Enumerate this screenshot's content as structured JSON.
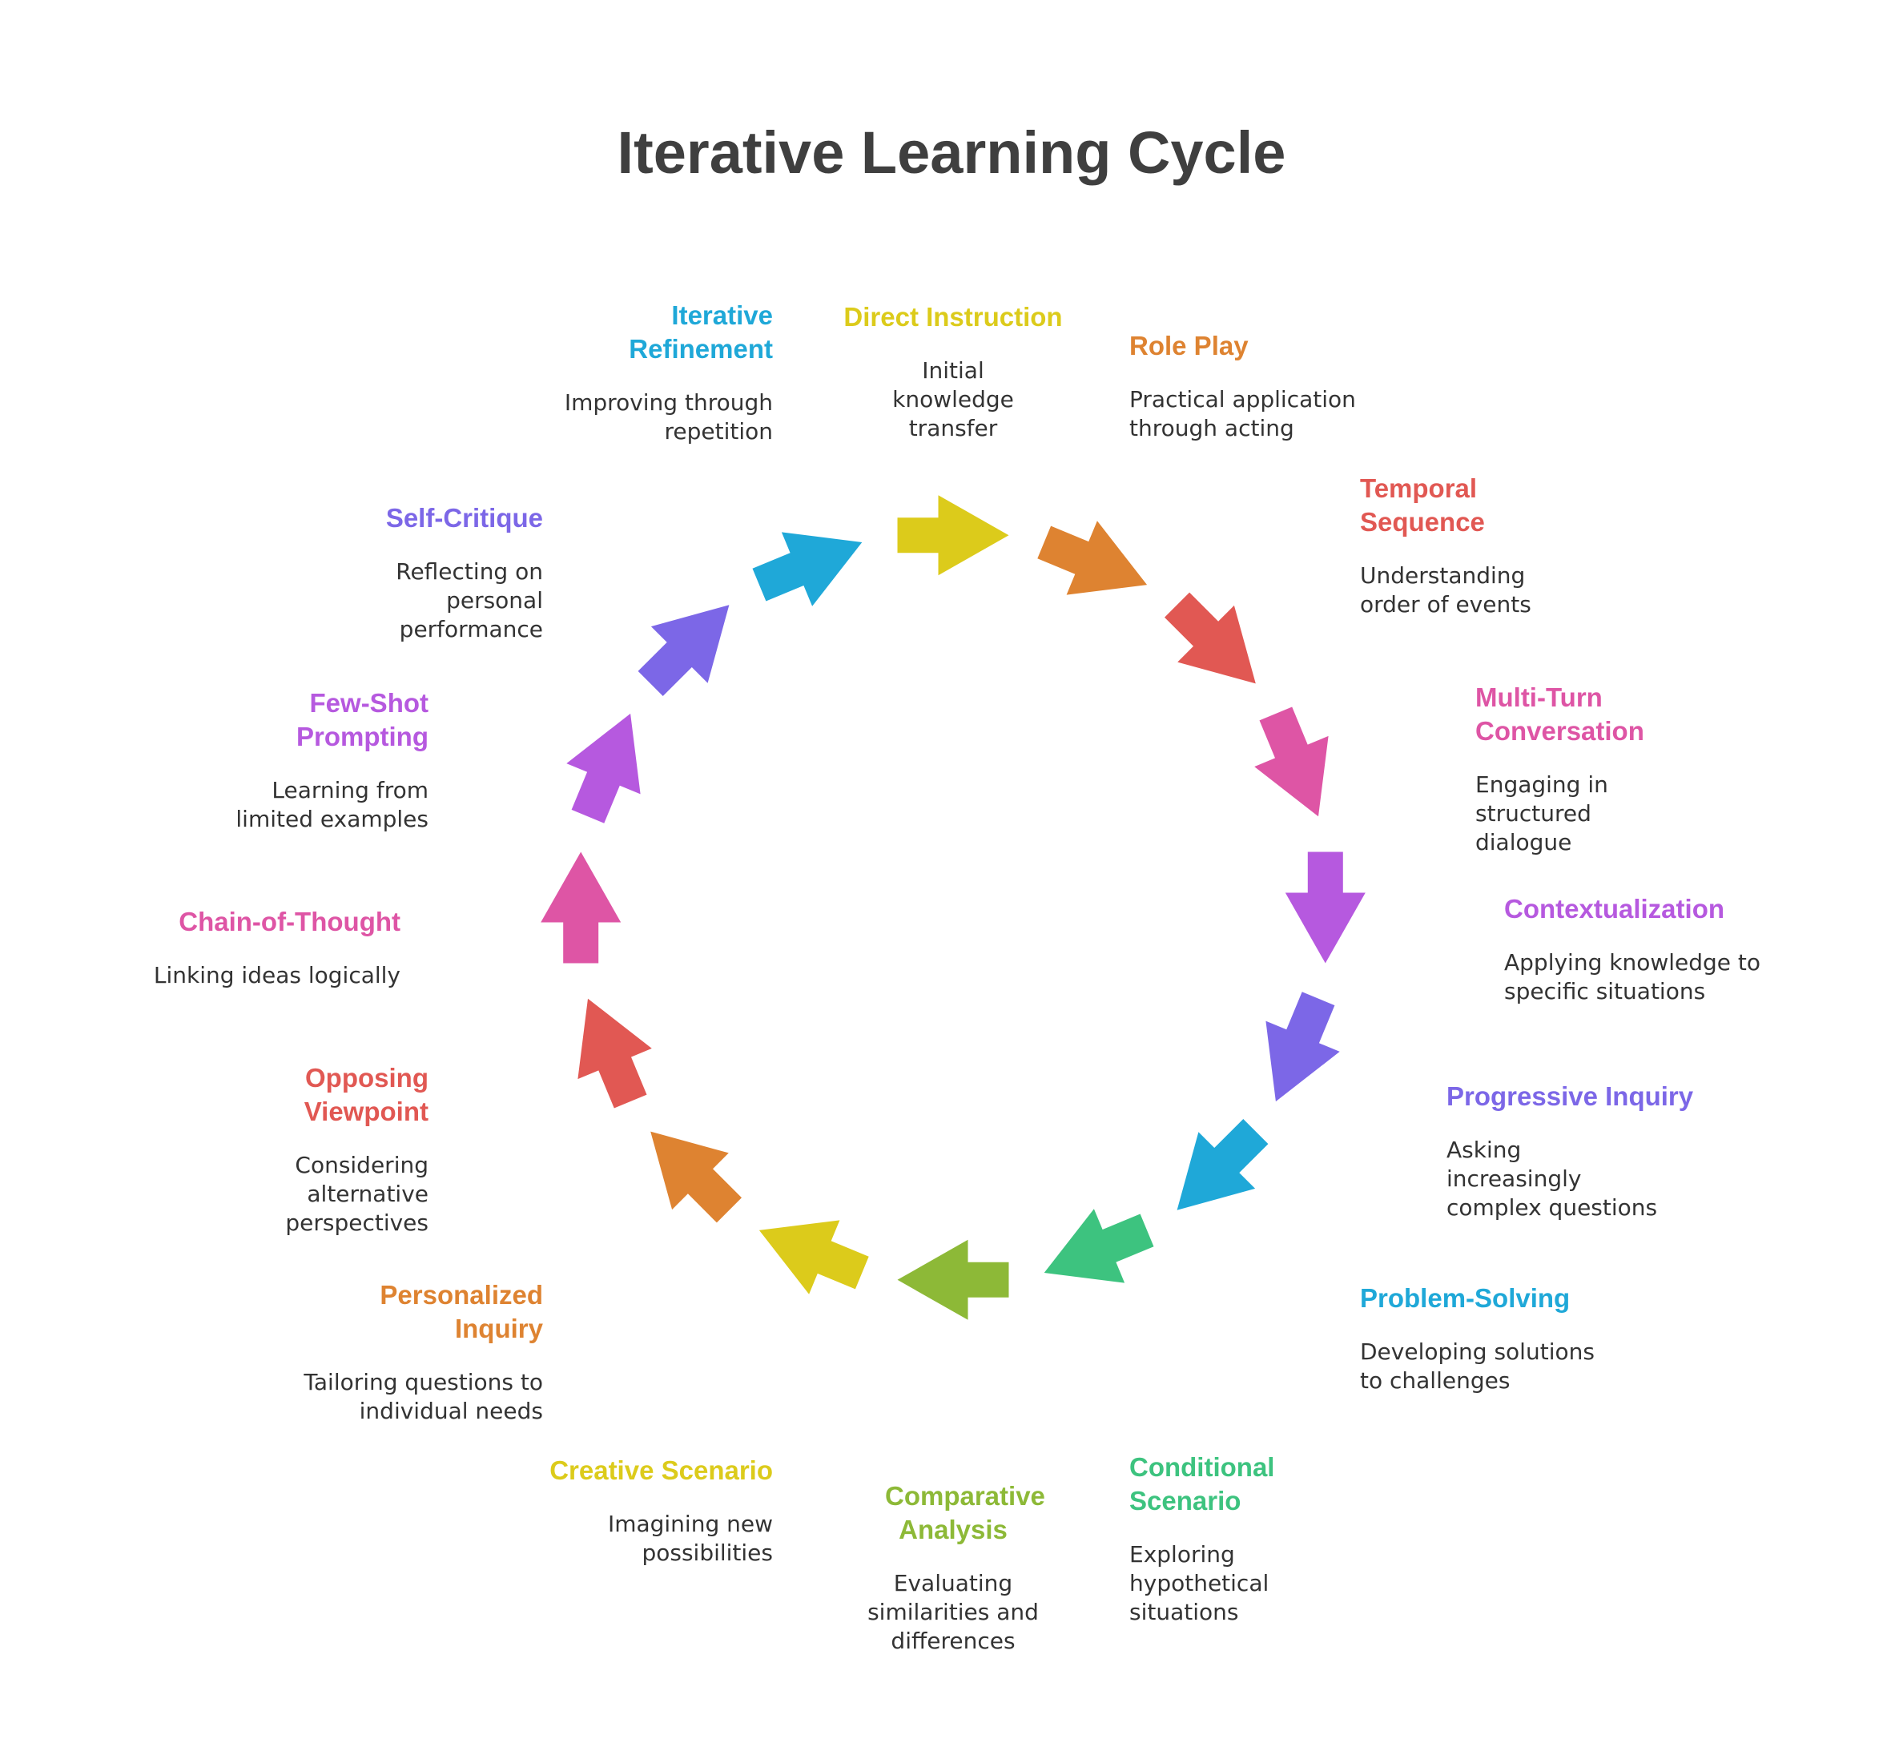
{
  "title": "Iterative Learning Cycle",
  "colors": {
    "title": "#3f3f3f",
    "text": "#333333",
    "yellow": "#DCCB1B",
    "orange": "#DE8331",
    "red": "#E15853",
    "pink": "#DE55A5",
    "magenta": "#B659DF",
    "purple": "#7C67E7",
    "blue": "#1FA8D8",
    "green": "#3DC37F",
    "lime": "#8DB937"
  },
  "steps": [
    {
      "title": "Direct Instruction",
      "description": "Initial knowledge transfer",
      "color": "#DCCB1B"
    },
    {
      "title": "Role Play",
      "description": "Practical application through acting",
      "color": "#DE8331"
    },
    {
      "title": "Temporal Sequence",
      "description": "Understanding order of events",
      "color": "#E15853"
    },
    {
      "title": "Multi-Turn Conversation",
      "description": "Engaging in structured dialogue",
      "color": "#DE55A5"
    },
    {
      "title": "Contextualization",
      "description": "Applying knowledge to specific situations",
      "color": "#B659DF"
    },
    {
      "title": "Progressive Inquiry",
      "description": "Asking increasingly complex questions",
      "color": "#7C67E7"
    },
    {
      "title": "Problem-Solving",
      "description": "Developing solutions to challenges",
      "color": "#1FA8D8"
    },
    {
      "title": "Conditional Scenario",
      "description": "Exploring hypothetical situations",
      "color": "#3DC37F"
    },
    {
      "title": "Comparative Analysis",
      "description": "Evaluating similarities and differences",
      "color": "#8DB937"
    },
    {
      "title": "Creative Scenario",
      "description": "Imagining new possibilities",
      "color": "#DCCB1B"
    },
    {
      "title": "Personalized Inquiry",
      "description": "Tailoring questions to individual needs",
      "color": "#DE8331"
    },
    {
      "title": "Opposing Viewpoint",
      "description": "Considering alternative perspectives",
      "color": "#E15853"
    },
    {
      "title": "Chain-of-Thought",
      "description": "Linking ideas logically",
      "color": "#DE55A5"
    },
    {
      "title": "Few-Shot Prompting",
      "description": "Learning from limited examples",
      "color": "#B659DF"
    },
    {
      "title": "Self-Critique",
      "description": "Reflecting on personal performance",
      "color": "#7C67E7"
    },
    {
      "title": "Iterative Refinement",
      "description": "Improving through repetition",
      "color": "#1FA8D8"
    }
  ]
}
